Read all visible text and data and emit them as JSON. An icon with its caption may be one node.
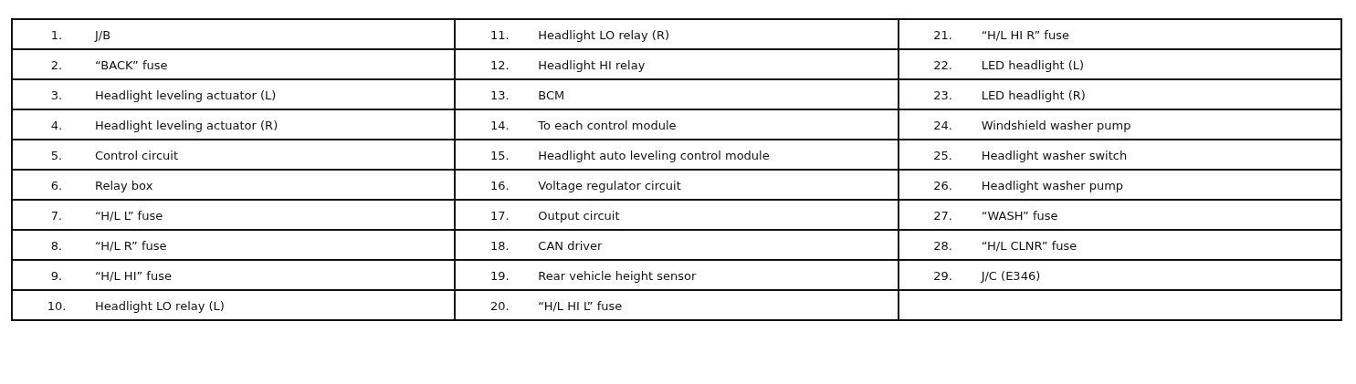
{
  "diagram": {
    "labels": [
      "1.",
      "J/B",
      "11.",
      "Headlight LO relay (R)",
      "21.",
      "“H/L HI R” fuse",
      "2.",
      "“BACK” fuse",
      "12.",
      "Headlight HI relay",
      "22.",
      "LED headlight (L)",
      "3.",
      "Headlight leveling actuator (L)",
      "13.",
      "BCM",
      "23.",
      "LED headlight (R)",
      "4.",
      "Headlight leveling actuator (R)",
      "14.",
      "To each control module",
      "24.",
      "Windshield washer pump",
      "5.",
      "Control circuit",
      "15.",
      "Headlight auto leveling control module",
      "25.",
      "Headlight washer switch",
      "6.",
      "Relay box",
      "16.",
      "Voltage regulator circuit",
      "26.",
      "Headlight washer pump",
      "7.",
      "“H/L L” fuse",
      "17.",
      "Output circuit",
      "27.",
      "“WASH” fuse",
      "8.",
      "“H/L R” fuse",
      "18.",
      "CAN driver",
      "28.",
      "“H/L CLNR” fuse",
      "9.",
      "“H/L HI” fuse",
      "19.",
      "Rear vehicle height sensor",
      "29.",
      "J/C (E346)",
      "10.",
      "Headlight LO relay (L)",
      "20.",
      "“H/L HI L” fuse"
    ]
  }
}
